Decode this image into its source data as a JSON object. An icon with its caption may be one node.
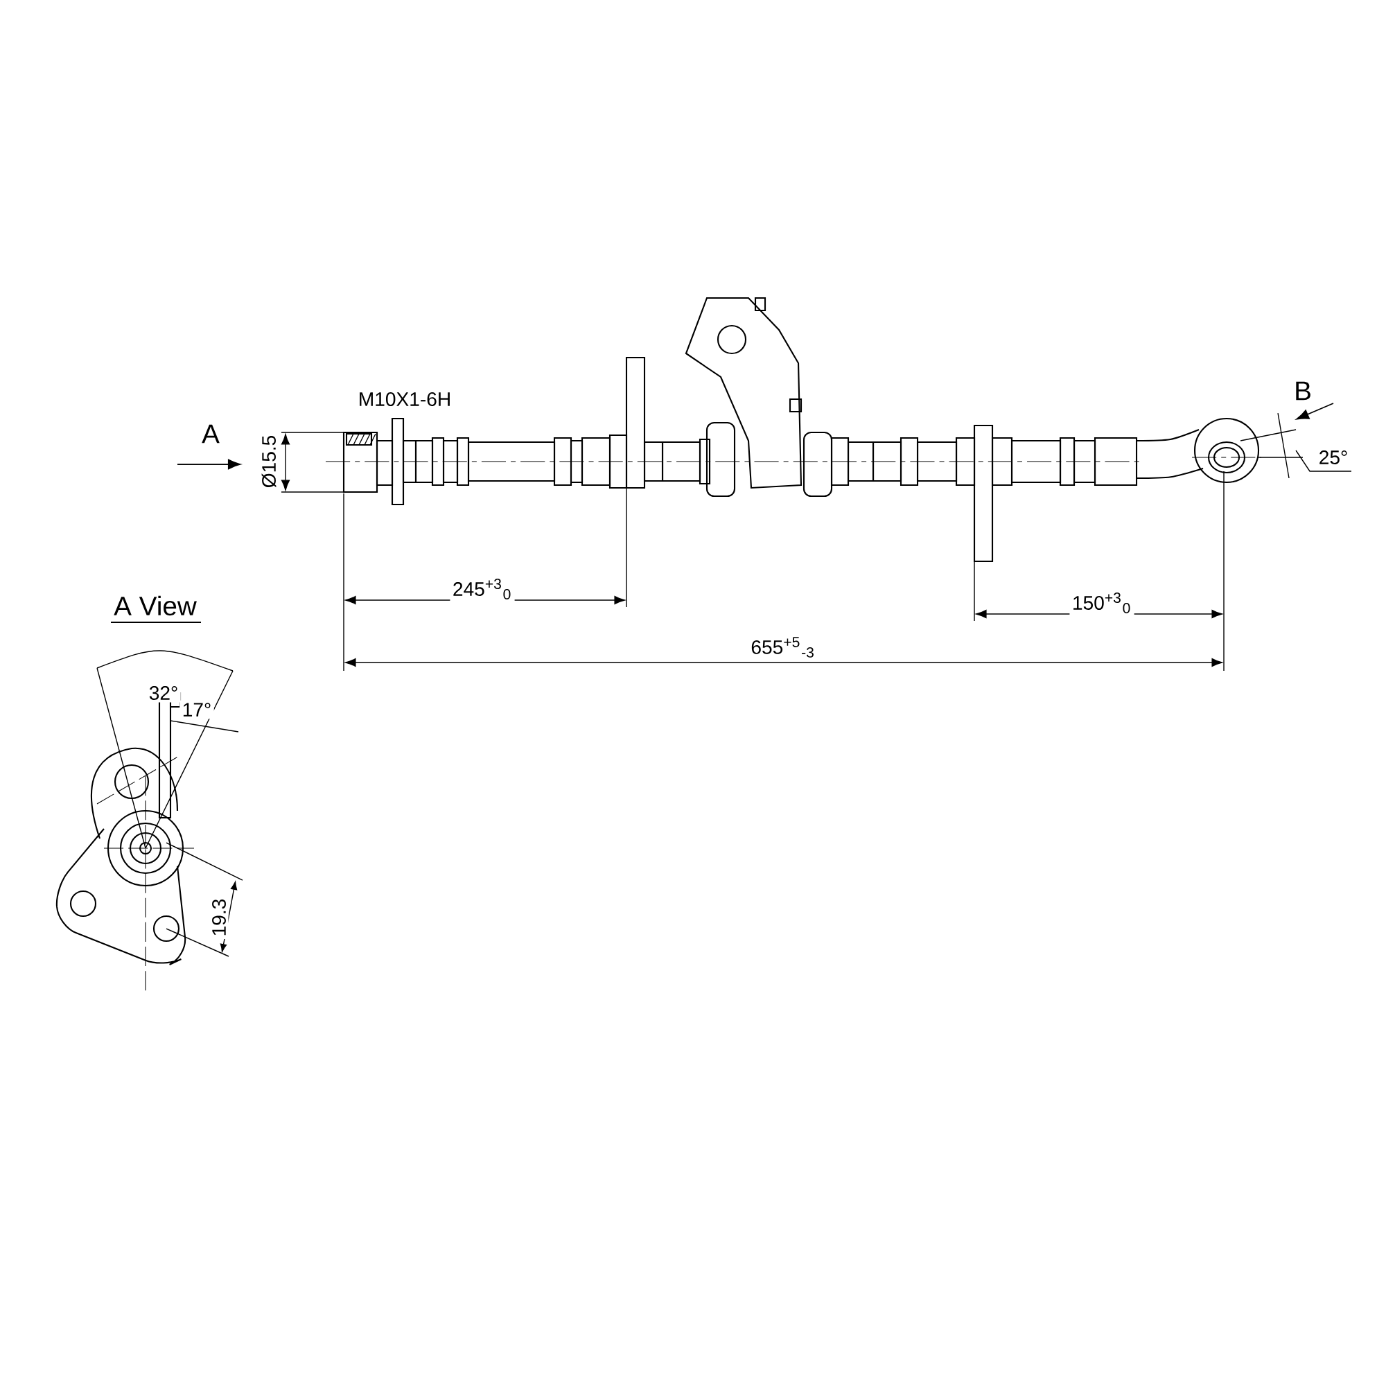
{
  "diagram": {
    "labels": [
      "A",
      "M10X1-6H",
      "Ø15.5",
      "B",
      "25°",
      "245$^{+3}$$_{0}$",
      "A View",
      "150$^{+3}$$_{0}$",
      "655$^{+5}$$_{-3}$",
      "32°",
      "17°",
      "19.3"
    ]
  }
}
